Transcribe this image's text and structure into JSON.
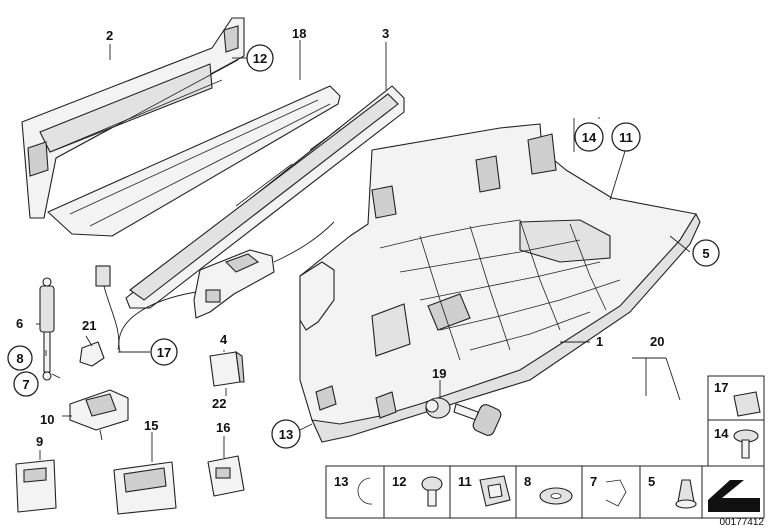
{
  "callouts": {
    "c1": "1",
    "c2": "2",
    "c3": "3",
    "c4": "4",
    "c5": "5",
    "c6": "6",
    "c7": "7",
    "c8": "8",
    "c9": "9",
    "c10": "10",
    "c11": "11",
    "c12": "12",
    "c13": "13",
    "c14": "14",
    "c15": "15",
    "c16": "16",
    "c17": "17",
    "c18": "18",
    "c19": "19",
    "c20": "20",
    "c21": "21",
    "c22": "22"
  },
  "legend_strip": [
    "13",
    "12",
    "11",
    "8",
    "7",
    "5"
  ],
  "legend_side": [
    "17",
    "14"
  ],
  "reference_number": "00177412"
}
